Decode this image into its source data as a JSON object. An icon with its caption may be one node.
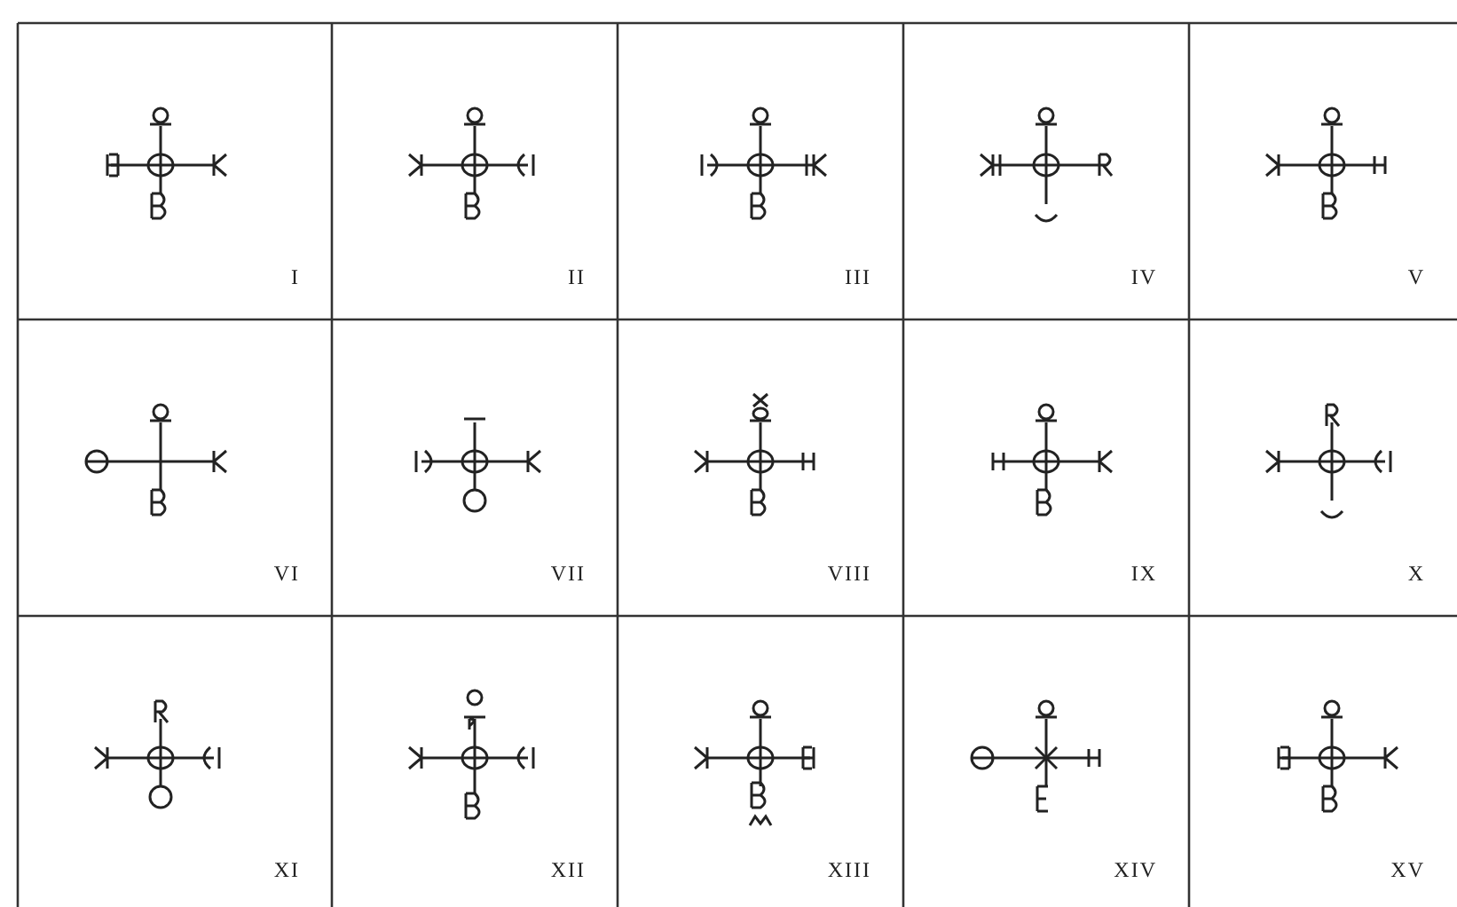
{
  "diagram": {
    "labels": [
      "I",
      "II",
      "III",
      "IV",
      "V",
      "VI",
      "VII",
      "VIII",
      "IX",
      "X",
      "XI",
      "XII",
      "XIII",
      "XIV",
      "XV"
    ]
  }
}
